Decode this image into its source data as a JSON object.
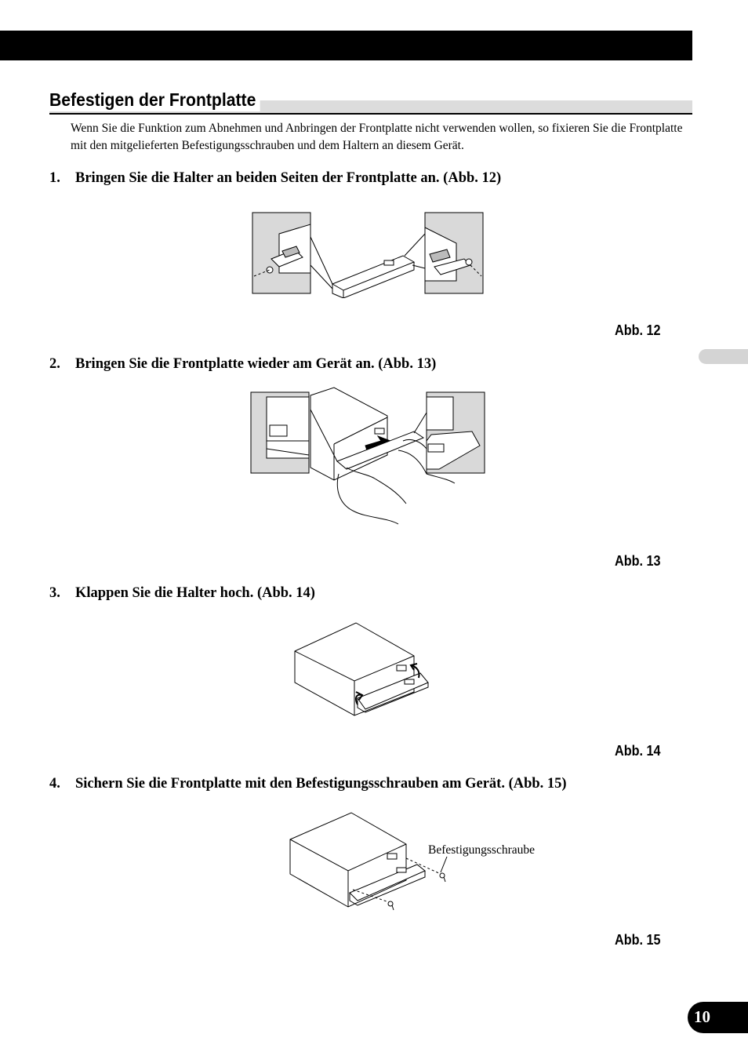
{
  "section": {
    "title": "Befestigen der Frontplatte",
    "intro": "Wenn Sie die Funktion zum Abnehmen und Anbringen der Frontplatte nicht verwenden wollen, so fixieren Sie die Frontplatte mit den mitgelieferten Befestigungsschrauben und dem Haltern an diesem Gerät."
  },
  "steps": [
    {
      "number": "1.",
      "text": "Bringen Sie die Halter an beiden Seiten der Frontplatte an. (Abb. 12)"
    },
    {
      "number": "2.",
      "text": "Bringen Sie die Frontplatte wieder am Gerät an. (Abb. 13)"
    },
    {
      "number": "3.",
      "text": "Klappen Sie die Halter hoch. (Abb. 14)"
    },
    {
      "number": "4.",
      "text": "Sichern Sie die Frontplatte mit den Befestigungsschrauben am Gerät. (Abb. 15)"
    }
  ],
  "figures": [
    {
      "label": "Abb. 12"
    },
    {
      "label": "Abb. 13"
    },
    {
      "label": "Abb. 14"
    },
    {
      "label": "Abb. 15",
      "callout": "Befestigungsschraube"
    }
  ],
  "page_number": "10"
}
